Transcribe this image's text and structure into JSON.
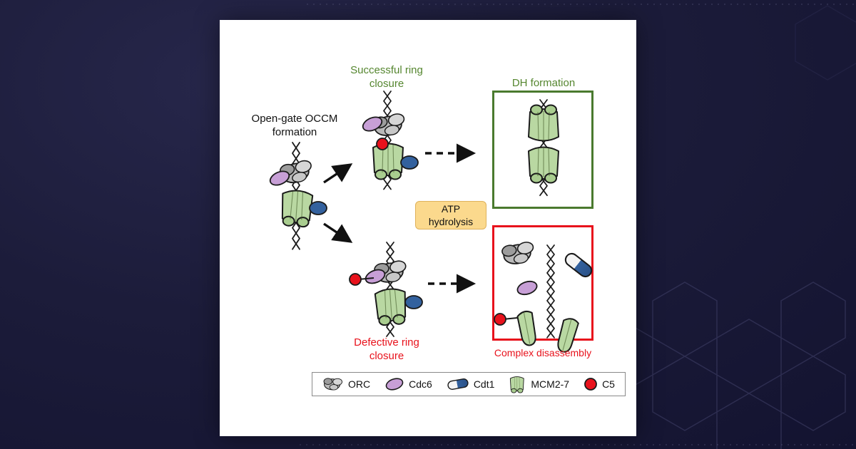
{
  "figure": {
    "occm_label": "Open-gate OCCM\nformation",
    "successful_label": "Successful ring\nclosure",
    "dh_label": "DH formation",
    "atp_label": "ATP\nhydrolysis",
    "defective_label": "Defective ring\nclosure",
    "disassembly_label": "Complex disassembly"
  },
  "legend": {
    "items": [
      {
        "id": "orc",
        "label": "ORC"
      },
      {
        "id": "cdc6",
        "label": "Cdc6"
      },
      {
        "id": "cdt1",
        "label": "Cdt1"
      },
      {
        "id": "mcm27",
        "label": "MCM2-7"
      },
      {
        "id": "c5",
        "label": "C5"
      }
    ]
  },
  "colors": {
    "green_text": "#55862f",
    "box_green": "#4a7a2e",
    "red_text": "#e8121c",
    "atp_fill": "#fbd98d",
    "mcm_green": "#b9d8a2",
    "cdc6_purple": "#c79fd6",
    "cdt1_blue": "#33619e",
    "orc_gray": "#b9b9b9",
    "c5_red": "#e8121c"
  }
}
